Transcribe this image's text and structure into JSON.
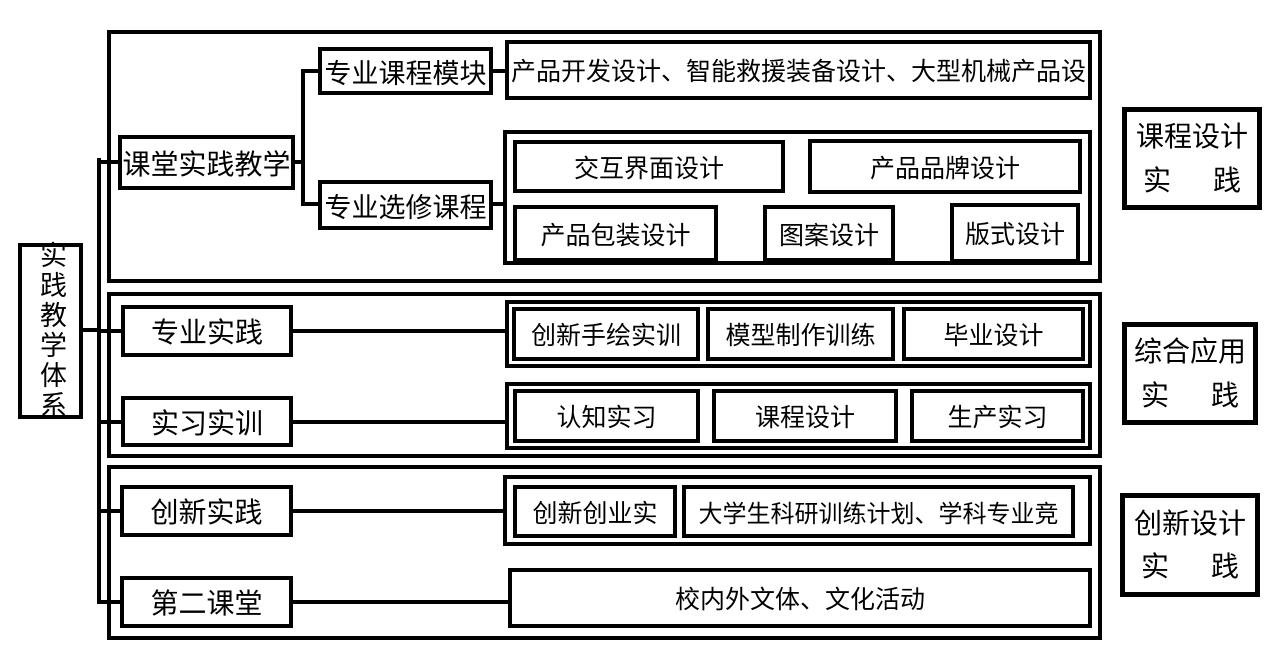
{
  "root_label": "实践教学体系",
  "top_group": {
    "label": "课堂实践教学",
    "branches": [
      {
        "label": "专业课程模块",
        "content": "产品开发设计、智能救援装备设计、大型机械产品设"
      },
      {
        "label": "专业选修课程",
        "row1": [
          "交互界面设计",
          "产品品牌设计"
        ],
        "row2": [
          "产品包装设计",
          "图案设计",
          "版式设计"
        ]
      }
    ],
    "side_label": {
      "line1": "课程设计",
      "line2a": "实",
      "line2b": "践"
    }
  },
  "middle_group": {
    "rows": [
      {
        "label": "专业实践",
        "items": [
          "创新手绘实训",
          "模型制作训练",
          "毕业设计"
        ]
      },
      {
        "label": "实习实训",
        "items": [
          "认知实习",
          "课程设计",
          "生产实习"
        ]
      }
    ],
    "side_label": {
      "line1": "综合应用",
      "line2a": "实",
      "line2b": "践"
    }
  },
  "bottom_group": {
    "rows": [
      {
        "label": "创新实践",
        "items": [
          "创新创业实",
          "大学生科研训练计划、学科专业竞"
        ]
      },
      {
        "label": "第二课堂",
        "items": [
          "校内外文体、文化活动"
        ]
      }
    ],
    "side_label": {
      "line1": "创新设计",
      "line2a": "实",
      "line2b": "践"
    }
  },
  "colors": {
    "line": "#000000",
    "background": "#ffffff",
    "text": "#000000"
  }
}
